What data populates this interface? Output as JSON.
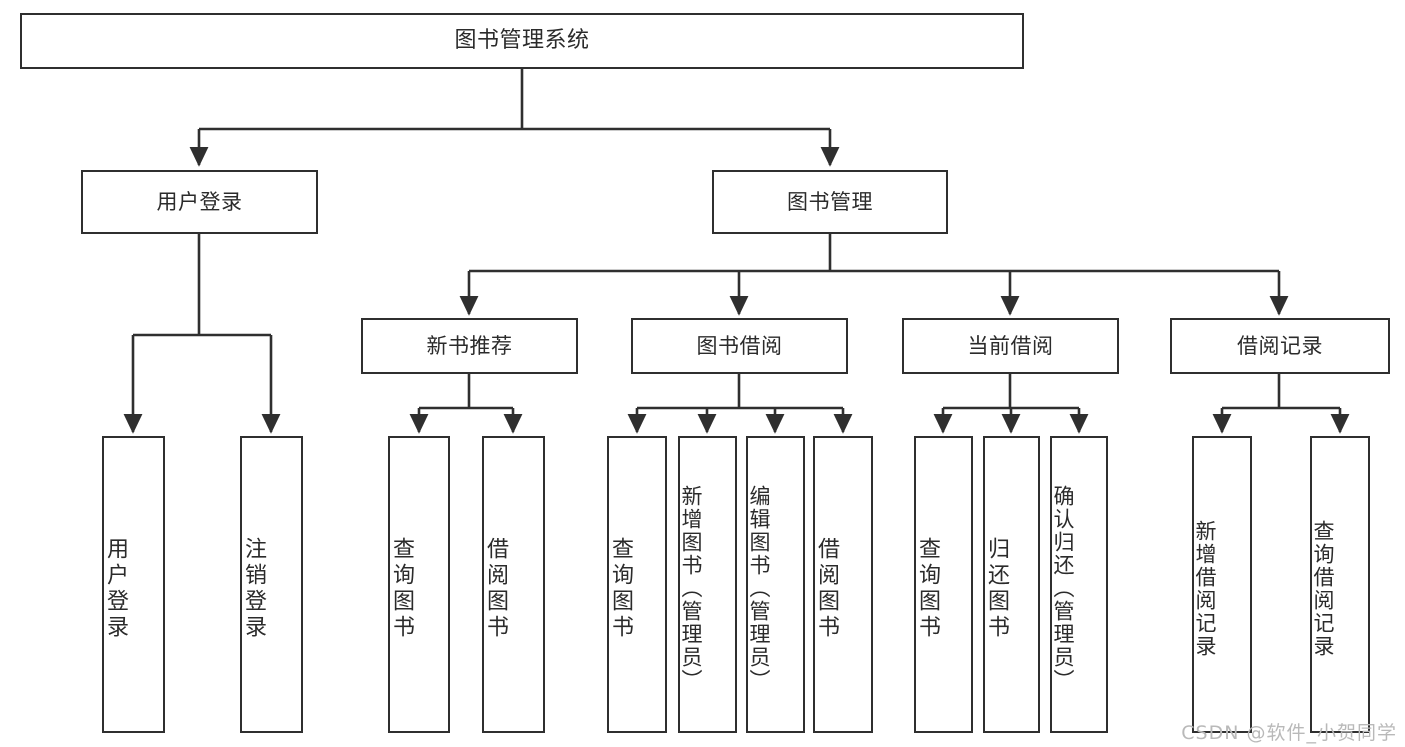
{
  "diagram": {
    "title": "图书管理系统",
    "type": "tree",
    "root": {
      "label": "图书管理系统"
    },
    "level2": [
      {
        "id": "user-login",
        "label": "用户登录"
      },
      {
        "id": "book-manage",
        "label": "图书管理"
      }
    ],
    "level3": [
      {
        "id": "new-book-recommend",
        "label": "新书推荐",
        "parent": "book-manage"
      },
      {
        "id": "book-borrow",
        "label": "图书借阅",
        "parent": "book-manage"
      },
      {
        "id": "current-borrow",
        "label": "当前借阅",
        "parent": "book-manage"
      },
      {
        "id": "borrow-record",
        "label": "借阅记录",
        "parent": "book-manage"
      }
    ],
    "leaves": [
      {
        "id": "leaf-user-login",
        "label": "用户登录",
        "parent": "user-login"
      },
      {
        "id": "leaf-user-logout",
        "label": "注销登录",
        "parent": "user-login"
      },
      {
        "id": "leaf-query-book-1",
        "label": "查询图书",
        "parent": "new-book-recommend"
      },
      {
        "id": "leaf-borrow-book-1",
        "label": "借阅图书",
        "parent": "new-book-recommend"
      },
      {
        "id": "leaf-query-book-2",
        "label": "查询图书",
        "parent": "book-borrow"
      },
      {
        "id": "leaf-add-book",
        "label": "新增图书（管理员）",
        "parent": "book-borrow"
      },
      {
        "id": "leaf-edit-book",
        "label": "编辑图书（管理员）",
        "parent": "book-borrow"
      },
      {
        "id": "leaf-borrow-book-2",
        "label": "借阅图书",
        "parent": "book-borrow"
      },
      {
        "id": "leaf-query-book-3",
        "label": "查询图书",
        "parent": "current-borrow"
      },
      {
        "id": "leaf-return-book",
        "label": "归还图书",
        "parent": "current-borrow"
      },
      {
        "id": "leaf-confirm-return",
        "label": "确认归还（管理员）",
        "parent": "current-borrow"
      },
      {
        "id": "leaf-add-record",
        "label": "新增借阅记录",
        "parent": "borrow-record"
      },
      {
        "id": "leaf-query-record",
        "label": "查询借阅记录",
        "parent": "borrow-record"
      }
    ]
  },
  "watermark": {
    "text": "CSDN @软件_小贺同学"
  },
  "colors": {
    "border": "#2f2f2f",
    "text": "#2b2b2b",
    "background": "#ffffff",
    "watermark": "#b9b9b9"
  }
}
